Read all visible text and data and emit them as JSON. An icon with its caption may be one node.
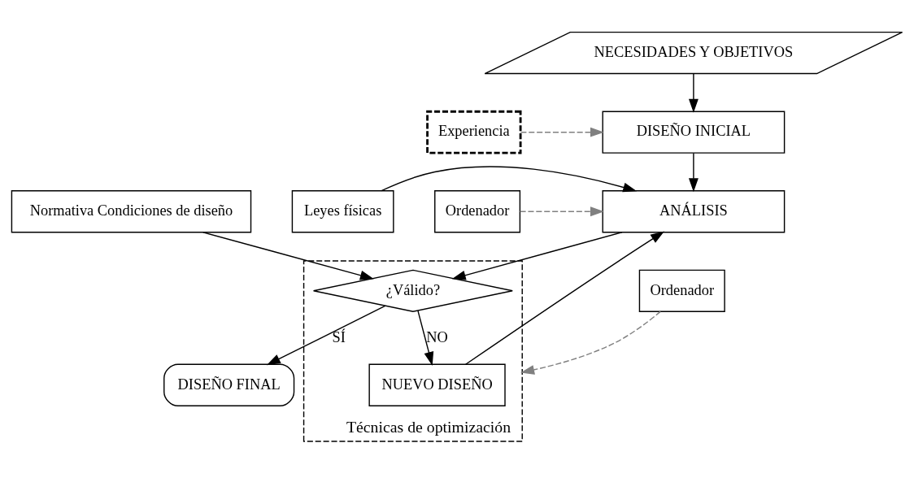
{
  "diagram": {
    "nodes": [
      {
        "text": [
          "NECESIDADES Y OBJETIVOS"
        ]
      },
      {
        "text": [
          "DISEÑO INICIAL"
        ]
      },
      {
        "text": [
          "Experiencia"
        ]
      },
      {
        "text": [
          "Leyes físicas"
        ]
      },
      {
        "text": [
          "ANÁLISIS"
        ]
      },
      {
        "text": [
          "Ordenador"
        ]
      },
      {
        "text": [
          "Técnicas de optimización"
        ]
      },
      {
        "text": [
          "NUEVO DISEÑO"
        ],
        "in": 6
      },
      {
        "text": [
          "Normativa Condiciones de diseño"
        ]
      },
      {
        "text": [
          "¿Válido?"
        ],
        "in": 6
      },
      {
        "text": [
          "Ordenador"
        ]
      },
      {
        "text": [
          "DISEÑO FINAL"
        ]
      }
    ],
    "edges": [
      {
        "from": 0,
        "to": 1,
        "arrow": "to"
      },
      {
        "from": 2,
        "to": 1,
        "arrow": "to",
        "style": "dashed",
        "color": "#808080"
      },
      {
        "from": 1,
        "to": 4,
        "arrow": "to"
      },
      {
        "from": 3,
        "to": 4,
        "arrow": "to"
      },
      {
        "from": 5,
        "to": 4,
        "arrow": "to",
        "style": "dashed",
        "color": "#808080"
      },
      {
        "from": 4,
        "to": 9,
        "arrow": "to"
      },
      {
        "from": 8,
        "to": 9,
        "arrow": "to"
      },
      {
        "from": 9,
        "to": 7,
        "arrow": "to",
        "label": "NO"
      },
      {
        "from": 7,
        "to": 4,
        "arrow": "to"
      },
      {
        "from": 10,
        "to": 6,
        "arrow": "to",
        "style": "dashed",
        "color": "#808080"
      },
      {
        "from": 9,
        "to": 11,
        "arrow": "to",
        "label": "SÍ"
      }
    ]
  }
}
